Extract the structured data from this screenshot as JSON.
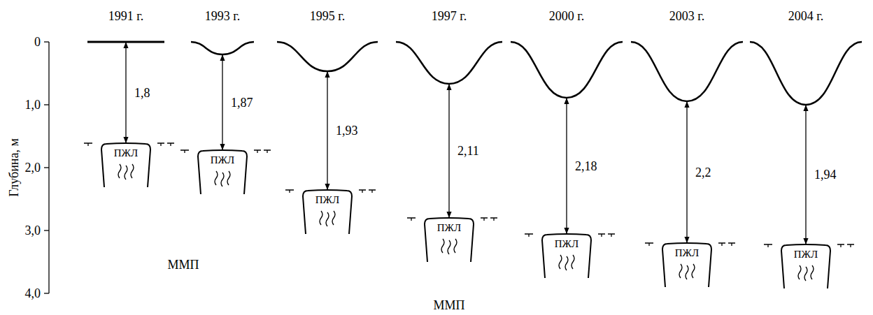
{
  "diagram": {
    "nodes": [
      {
        "text": [
          "ПЖЛ"
        ]
      },
      {
        "text": [
          "ПЖЛ"
        ]
      },
      {
        "text": [
          "ПЖЛ"
        ]
      },
      {
        "text": [
          "ПЖЛ"
        ]
      },
      {
        "text": [
          "ПЖЛ"
        ]
      },
      {
        "text": [
          "ПЖЛ"
        ]
      },
      {
        "text": [
          "ПЖЛ"
        ]
      }
    ],
    "labels": [
      "1991 г.",
      "1993 г.",
      "1995 г.",
      "1997 г.",
      "2000 г.",
      "2003 г.",
      "2004 г.",
      "1,8",
      "1,87",
      "1,93",
      "2,11",
      "2,18",
      "2,2",
      "1,94",
      "Глубина, м",
      "0",
      "1,0",
      "2,0",
      "3,0",
      "4,0",
      "ММП",
      "ММП"
    ]
  }
}
